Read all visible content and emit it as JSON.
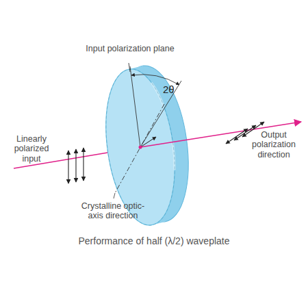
{
  "diagram": {
    "caption": "Performance of half (λ/2) waveplate",
    "labels": [
      "Input polarization plane",
      "2θ",
      "Linearly polarized input",
      "Output polarization direction",
      "Crystalline optic-axis direction"
    ]
  }
}
